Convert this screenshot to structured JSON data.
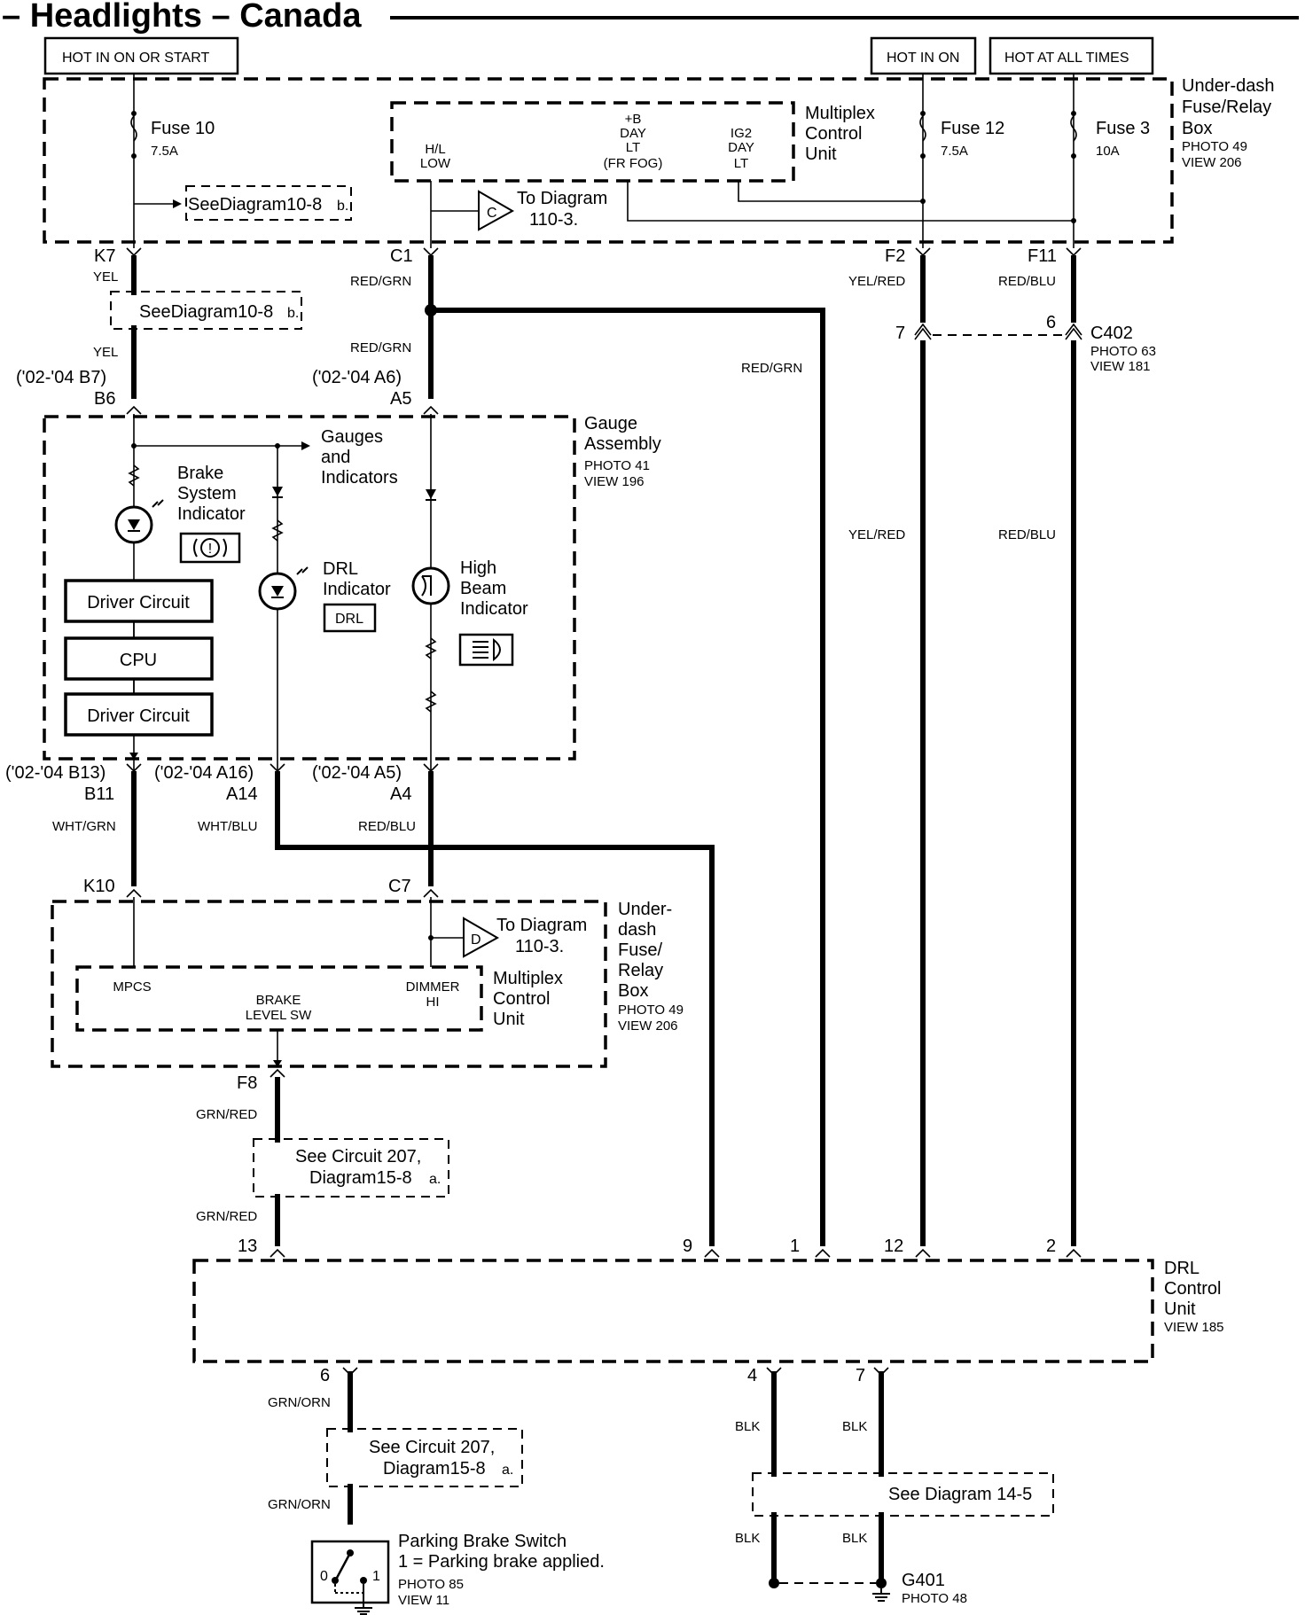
{
  "title": "– Headlights – Canada",
  "power": {
    "hot_in_on_or_start": "HOT IN ON OR START",
    "hot_in_on": "HOT IN ON",
    "hot_at_all_times": "HOT AT ALL TIMES"
  },
  "fuse_box_top": {
    "name_1": "Under-dash",
    "name_2": "Fuse/Relay",
    "name_3": "Box",
    "photo": "PHOTO 49",
    "view": "VIEW 206",
    "fuse10": "Fuse 10",
    "fuse10_amp": "7.5A",
    "fuse12": "Fuse 12",
    "fuse12_amp": "7.5A",
    "fuse3": "Fuse 3",
    "fuse3_amp": "10A",
    "see_diagram": "SeeDiagram10-8",
    "see_diagram_suffix": "b.",
    "to_diagram": "To Diagram",
    "to_diagram_num": "110-3.",
    "conn_c": "C"
  },
  "mcu_top": {
    "name_1": "Multiplex",
    "name_2": "Control",
    "name_3": "Unit",
    "hl_1": "H/L",
    "hl_2": "LOW",
    "b_1": "+B",
    "b_2": "DAY",
    "b_3": "LT",
    "b_4": "(FR FOG)",
    "ig_1": "IG2",
    "ig_2": "DAY",
    "ig_3": "LT"
  },
  "connectors": {
    "k7": "K7",
    "c1": "C1",
    "f2": "F2",
    "f11": "F11",
    "b7": "('02-'04 B7)",
    "b6": "B6",
    "a6": "('02-'04 A6)",
    "a5": "A5",
    "c402_7": "7",
    "c402_6": "6",
    "c402": "C402",
    "c402_photo": "PHOTO 63",
    "c402_view": "VIEW 181",
    "b13": "('02-'04 B13)",
    "b11": "B11",
    "a16": "('02-'04 A16)",
    "a14": "A14",
    "a5b": "('02-'04 A5)",
    "a4": "A4",
    "k10": "K10",
    "c7": "C7",
    "f8": "F8",
    "drl_13": "13",
    "drl_9": "9",
    "drl_1": "1",
    "drl_12": "12",
    "drl_2": "2",
    "drl_6": "6",
    "drl_4": "4",
    "drl_7": "7"
  },
  "wires": {
    "yel": "YEL",
    "red_grn": "RED/GRN",
    "yel_red": "YEL/RED",
    "red_blu": "RED/BLU",
    "wht_grn": "WHT/GRN",
    "wht_blu": "WHT/BLU",
    "grn_red": "GRN/RED",
    "grn_orn": "GRN/ORN",
    "blk": "BLK"
  },
  "see_mid": {
    "text": "SeeDiagram10-8",
    "suffix": "b."
  },
  "gauge": {
    "name_1": "Gauge",
    "name_2": "Assembly",
    "photo": "PHOTO 41",
    "view": "VIEW 196",
    "gauges_1": "Gauges",
    "gauges_2": "and",
    "gauges_3": "Indicators",
    "brake_1": "Brake",
    "brake_2": "System",
    "brake_3": "Indicator",
    "drl_1": "DRL",
    "drl_2": "Indicator",
    "drl_symbol": "DRL",
    "hb_1": "High",
    "hb_2": "Beam",
    "hb_3": "Indicator",
    "driver_circuit": "Driver Circuit",
    "cpu": "CPU"
  },
  "fuse_box_bottom": {
    "name_1": "Under-",
    "name_2": "dash",
    "name_3": "Fuse/",
    "name_4": "Relay",
    "name_5": "Box",
    "photo": "PHOTO 49",
    "view": "VIEW 206",
    "to_diagram": "To Diagram",
    "to_diagram_num": "110-3.",
    "conn_d": "D",
    "mcu_1": "Multiplex",
    "mcu_2": "Control",
    "mcu_3": "Unit",
    "mpcs": "MPCS",
    "brake_1": "BRAKE",
    "brake_2": "LEVEL SW",
    "dimmer_1": "DIMMER",
    "dimmer_2": "HI"
  },
  "see_circuit": {
    "line1": "See Circuit 207,",
    "line2": "Diagram15-8",
    "suffix": "a."
  },
  "drl_unit": {
    "name_1": "DRL",
    "name_2": "Control",
    "name_3": "Unit",
    "view": "VIEW 185"
  },
  "see_diagram_14": "See Diagram 14-5",
  "parking": {
    "title": "Parking Brake Switch",
    "desc": "1 =  Parking brake applied.",
    "photo": "PHOTO 85",
    "view": "VIEW 11",
    "pos0": "0",
    "pos1": "1"
  },
  "ground": {
    "name": "G401",
    "photo": "PHOTO 48"
  }
}
